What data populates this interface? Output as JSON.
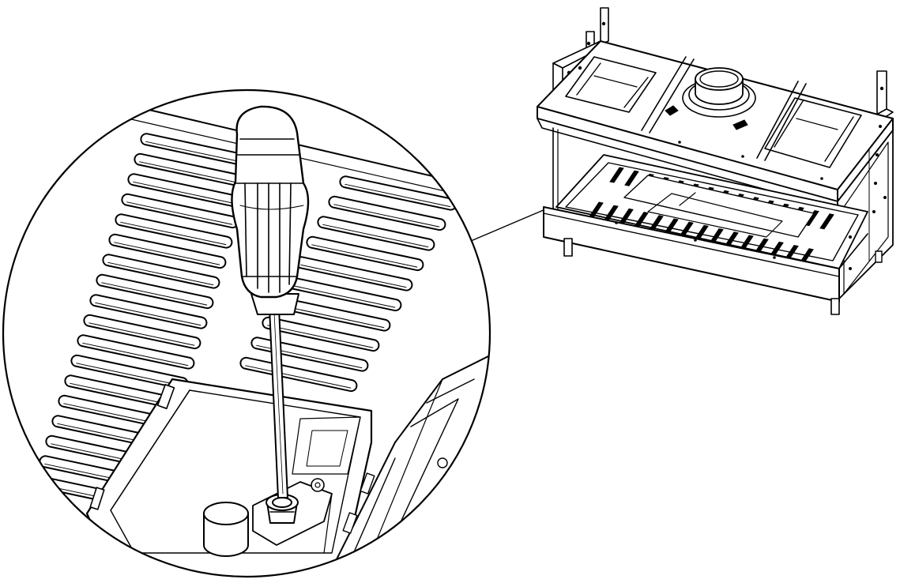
{
  "figure": {
    "description_shown_text": "",
    "colors": {
      "line": "#000000",
      "background": "#ffffff"
    },
    "icons": [
      "screwdriver-icon",
      "fireplace-insert-icon"
    ],
    "detail_view": {
      "magnified": true,
      "counts": {
        "left_slots": 18,
        "right_slots": 10,
        "burner_slots_per_row": 15
      }
    }
  }
}
